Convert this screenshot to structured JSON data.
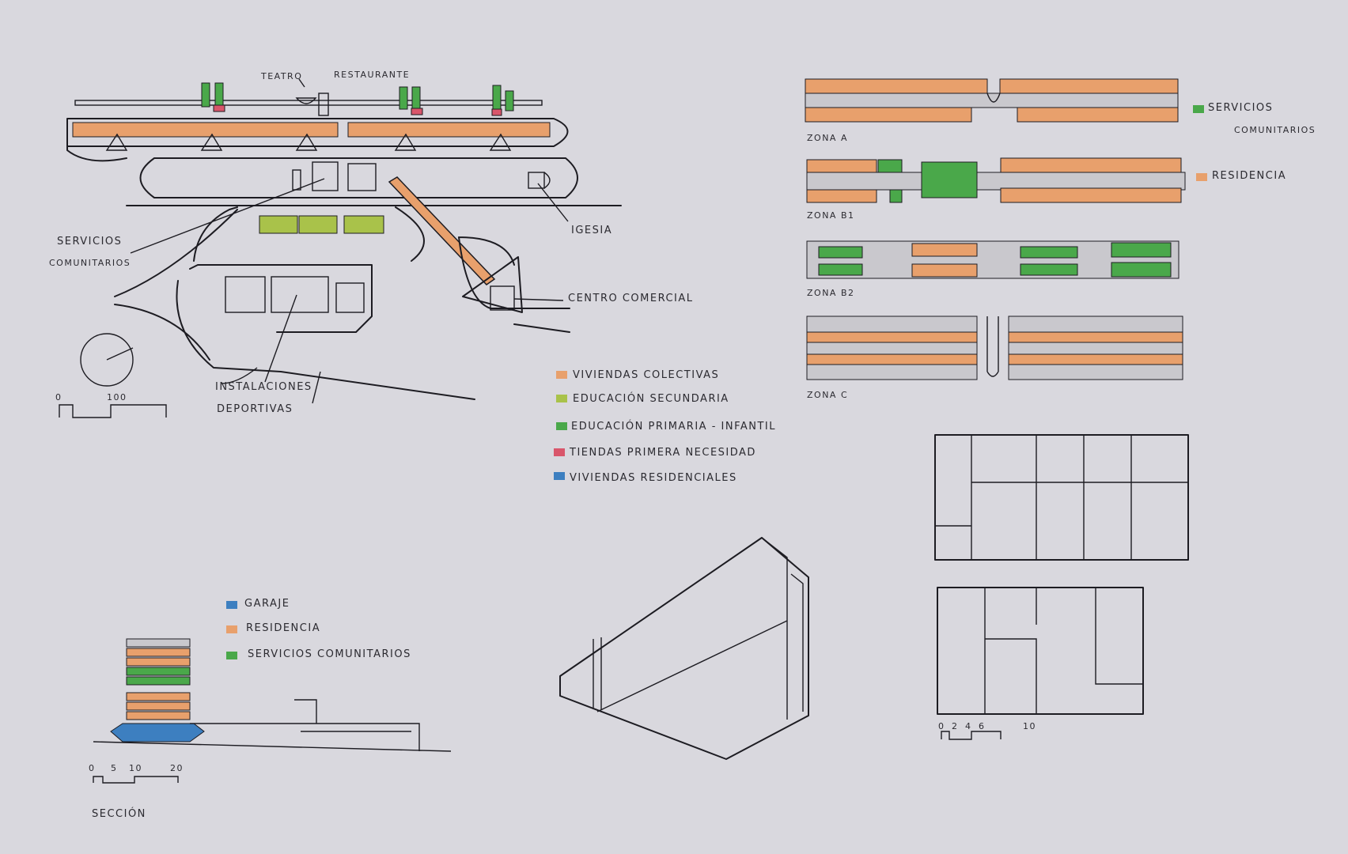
{
  "colors": {
    "paper": "#d9d8de",
    "orange": "#e8a06c",
    "lime": "#a9c24a",
    "green": "#4aa84a",
    "red": "#d9566b",
    "blue": "#3d7fc0",
    "gray": "#b7b6bb"
  },
  "site_plan": {
    "labels": {
      "teatro": "Teatro",
      "restaurante": "Restaurante",
      "servicios_1": "Servicios",
      "servicios_2": "Comunitarios",
      "iglesia": "Igesia",
      "centro": "Centro Comercial",
      "instalaciones_1": "Instalaciones",
      "instalaciones_2": "Deportivas"
    },
    "scale": {
      "start": "0",
      "end": "100"
    }
  },
  "legend": [
    {
      "label": "Viviendas Colectivas",
      "color": "#e8a06c"
    },
    {
      "label": "Educación Secundaria",
      "color": "#a9c24a"
    },
    {
      "label": "Educación primaria - Infantil",
      "color": "#4aa84a"
    },
    {
      "label": "Tiendas Primera Necesidad",
      "color": "#d9566b"
    },
    {
      "label": "Viviendas Residenciales",
      "color": "#3d7fc0"
    }
  ],
  "zones": {
    "a": "Zona A",
    "b1": "Zona B1",
    "b2": "Zona B2",
    "c": "Zona C",
    "legend": [
      {
        "label_1": "Servicios",
        "label_2": "Comunitarios",
        "color": "#4aa84a"
      },
      {
        "label_1": "Residencia",
        "label_2": "",
        "color": "#e8a06c"
      }
    ]
  },
  "section": {
    "legend": [
      {
        "label": "Garaje",
        "color": "#3d7fc0"
      },
      {
        "label": "Residencia",
        "color": "#e8a06c"
      },
      {
        "label": "Servicios comunitarios",
        "color": "#4aa84a"
      }
    ],
    "scale": [
      "0",
      "5",
      "10",
      "20"
    ],
    "title": "Sección"
  },
  "floor_plans": {
    "scale": [
      "0",
      "2",
      "4",
      "6",
      "10"
    ]
  }
}
